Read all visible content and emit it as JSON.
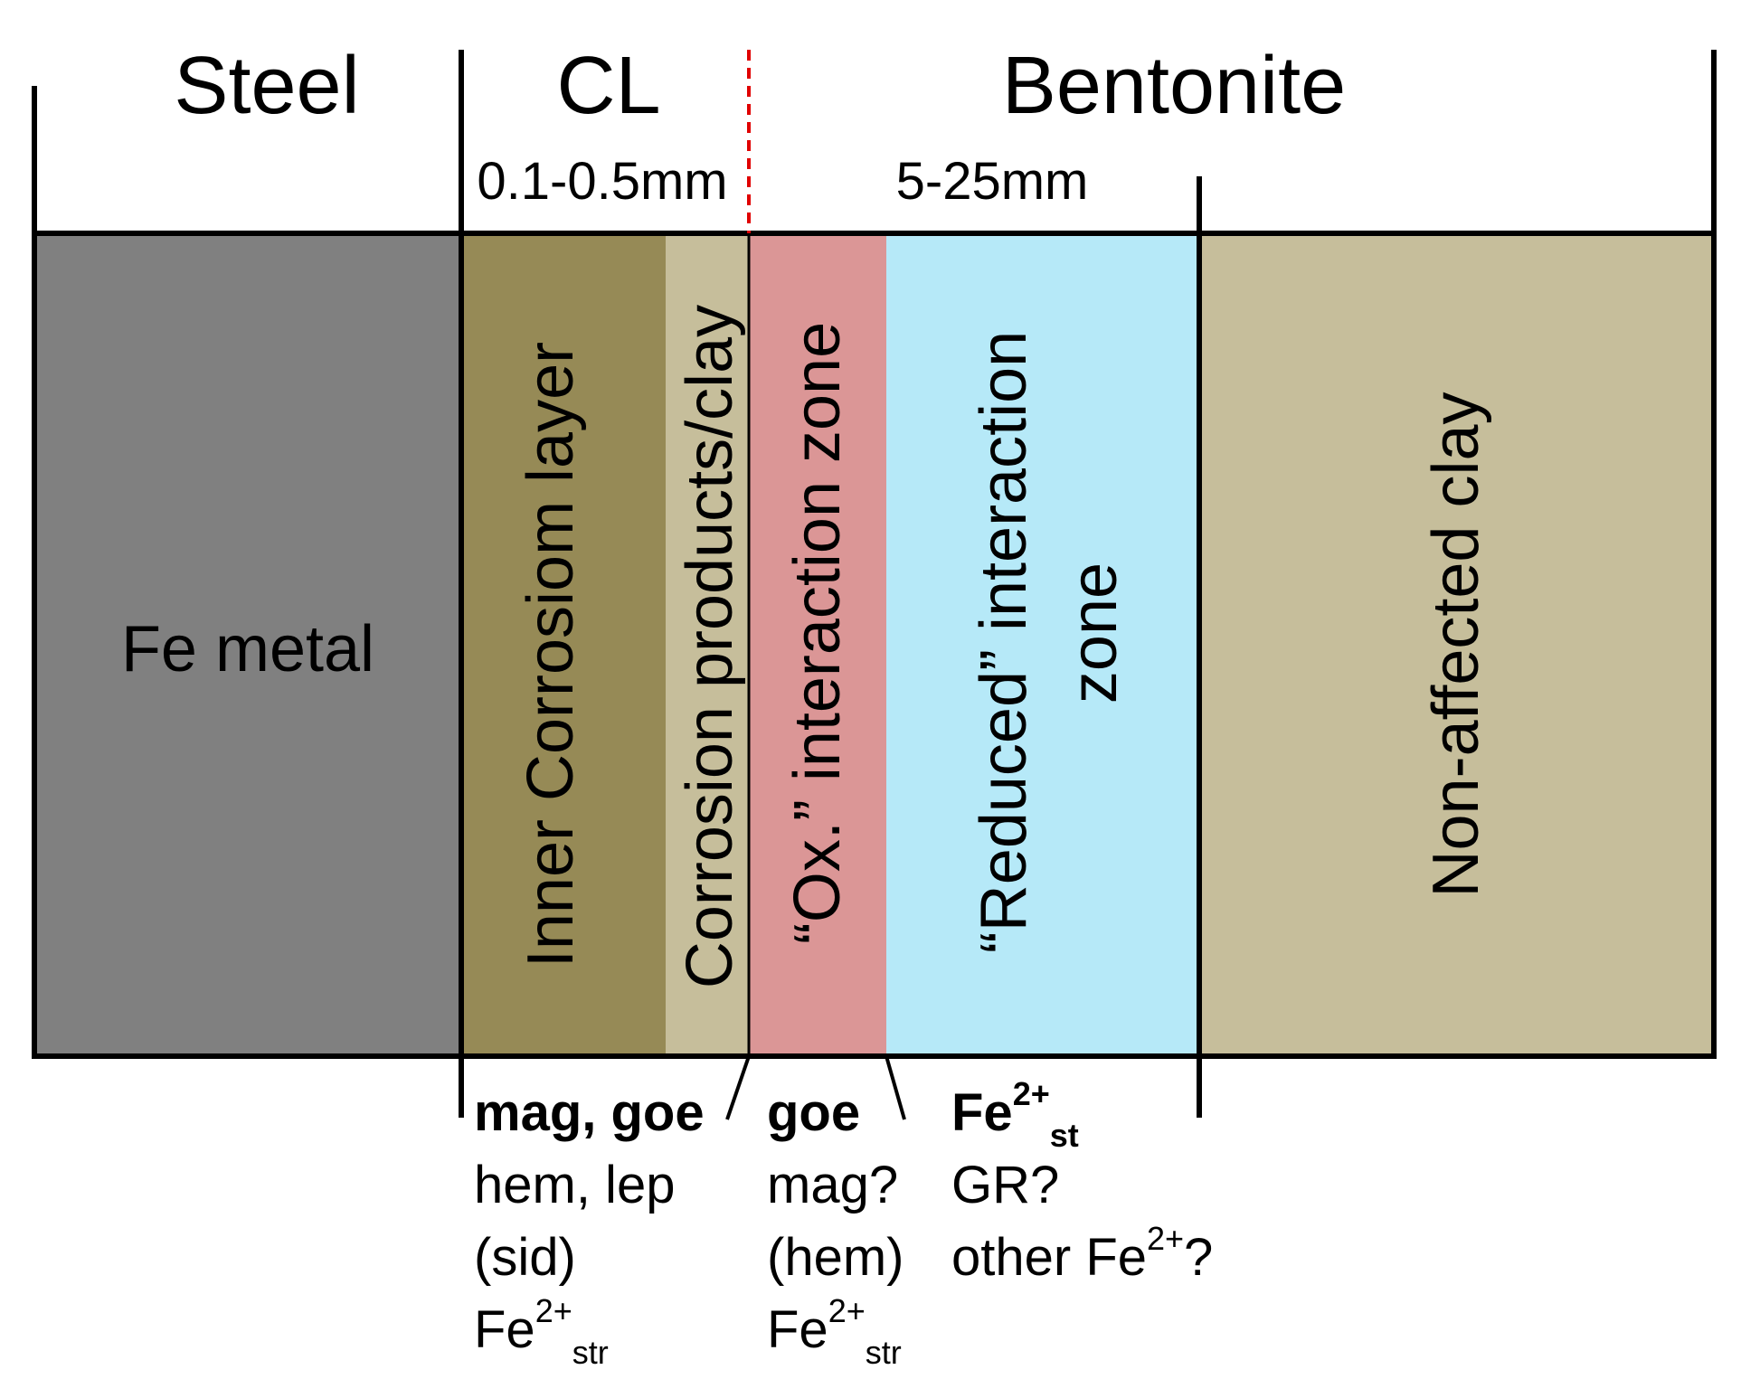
{
  "headers": {
    "steel": "Steel",
    "cl": "CL",
    "bentonite": "Bentonite"
  },
  "thickness": {
    "cl": "0.1-0.5mm",
    "interaction": "5-25mm"
  },
  "zones": {
    "fe_metal": "Fe metal",
    "inner": "Inner Corrosiom layer",
    "products": "Corrosion products/clay",
    "ox": "“Ox.” interaction zone",
    "reduced_line1": "“Reduced” interaction",
    "reduced_line2": "zone",
    "nonaffected": "Non-affected clay"
  },
  "colors": {
    "fe_metal": "#808080",
    "inner": "#968a56",
    "products": "#c6be9b",
    "ox": "#db9696",
    "reduced": "#b6e9f8",
    "nonaffected": "#c6be9b",
    "interface": "#e00000"
  },
  "minerals": {
    "cl": {
      "line1": "mag, goe",
      "line2": "hem, lep",
      "line3": "(sid)",
      "line4_base": "Fe",
      "line4_sup": "2+",
      "line4_sub": "str"
    },
    "ox": {
      "line1": "goe",
      "line2": "mag?",
      "line3": "(hem)",
      "line4_base": "Fe",
      "line4_sup": "2+",
      "line4_sub": "str"
    },
    "reduced": {
      "line1_base": "Fe",
      "line1_sup": "2+",
      "line1_sub": "st",
      "line2": "GR?",
      "line3_pre": "other Fe",
      "line3_sup": "2+",
      "line3_post": "?"
    }
  }
}
